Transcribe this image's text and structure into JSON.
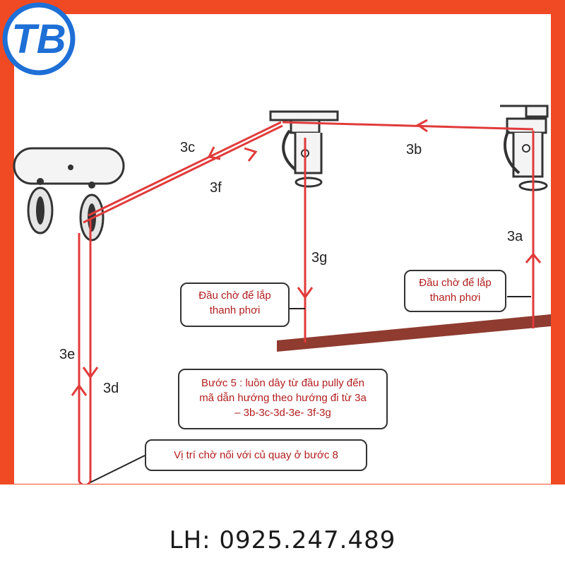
{
  "brand": {
    "logo_text": "TB",
    "accent": "#f04a24",
    "logo_blue": "#1e6fd6"
  },
  "colors": {
    "rope": "#e13a3a",
    "rail": "#8f3b30",
    "callout_text": "#b21e1e"
  },
  "labels": {
    "l3a": "3a",
    "l3b": "3b",
    "l3c": "3c",
    "l3d": "3d",
    "l3e": "3e",
    "l3f": "3f",
    "l3g": "3g"
  },
  "callouts": {
    "left_wait": "Đầu chờ để lắp thanh phơi",
    "right_wait": "Đầu chờ để lắp thanh phơi",
    "step5": "Bước 5 : luồn dây từ đầu pully đến mã dẫn hướng theo hướng đi từ 3a – 3b-3c-3d-3e- 3f-3g",
    "position": "Vị trí chờ nối với củ quay ở bước 8"
  },
  "footer": {
    "contact": "LH: 0925.247.489"
  }
}
